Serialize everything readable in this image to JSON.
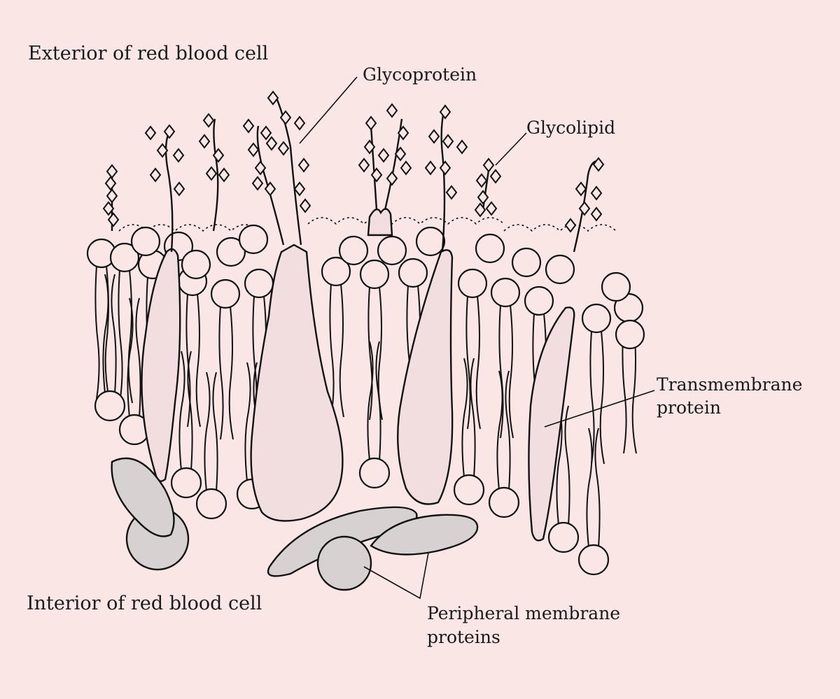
{
  "labels": {
    "exterior": "Exterior of red blood cell",
    "interior": "Interior of red blood cell",
    "glycoprotein": "Glycoprotein",
    "glycolipid": "Glycolipid",
    "transmembrane_line1": "Transmembrane",
    "transmembrane_line2": "protein",
    "peripheral_line1": "Peripheral membrane",
    "peripheral_line2": "proteins"
  },
  "colors": {
    "background": "#fbe6e6",
    "protein_fill": "#f2dede",
    "peripheral_fill": "#d8d1d1",
    "ink": "#111111"
  }
}
